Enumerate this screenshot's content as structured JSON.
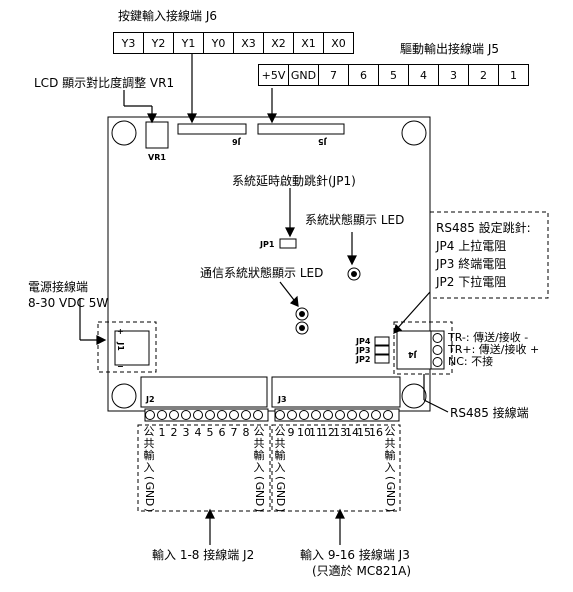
{
  "labels": {
    "j6_title": "按鍵輸入接線端 J6",
    "j5_title": "驅動輸出接線端 J5",
    "lcd": "LCD  顯示對比度調整 VR1",
    "jp1": "系統延時啟動跳針(JP1)",
    "led_sys": "系統狀態顯示 LED",
    "led_comm": "通信系統狀態顯示 LED",
    "power1": "電源接線端",
    "power2": "8-30 VDC 5W",
    "rs485_set": [
      "RS485 設定跳針:",
      "JP4 上拉電阻",
      "JP3 終端電阻",
      "JP2 下拉電阻"
    ],
    "rs485_term": "RS485 接線端",
    "j2_bottom": "輸入 1-8 接線端 J2",
    "j3_bottom1": "輸入 9-16 接線端 J3",
    "j3_bottom2": "(只適於 MC821A)"
  },
  "j6_pins": [
    "Y3",
    "Y2",
    "Y1",
    "Y0",
    "X3",
    "X2",
    "X1",
    "X0"
  ],
  "j5_pins": [
    "+5V",
    "GND",
    "7",
    "6",
    "5",
    "4",
    "3",
    "2",
    "1"
  ],
  "rs485_pins": [
    "TR-: 傳送/接收 -",
    "TR+: 傳送/接收 +",
    "NC: 不接"
  ],
  "board": {
    "vr1": "VR1",
    "j6": "J6",
    "j5": "J5",
    "jp1": "JP1",
    "jp4": "JP4",
    "jp3": "JP3",
    "jp2": "JP2",
    "j2": "J2",
    "j3": "J3",
    "j1": "J1",
    "j4": "J4",
    "plus": "+",
    "minus": "−"
  },
  "j2_numbers": [
    "1",
    "2",
    "3",
    "4",
    "5",
    "6",
    "7",
    "8"
  ],
  "j3_numbers": [
    "9",
    "10",
    "11",
    "12",
    "13",
    "14",
    "15",
    "16"
  ],
  "common_label": "公共輸入(GND)"
}
